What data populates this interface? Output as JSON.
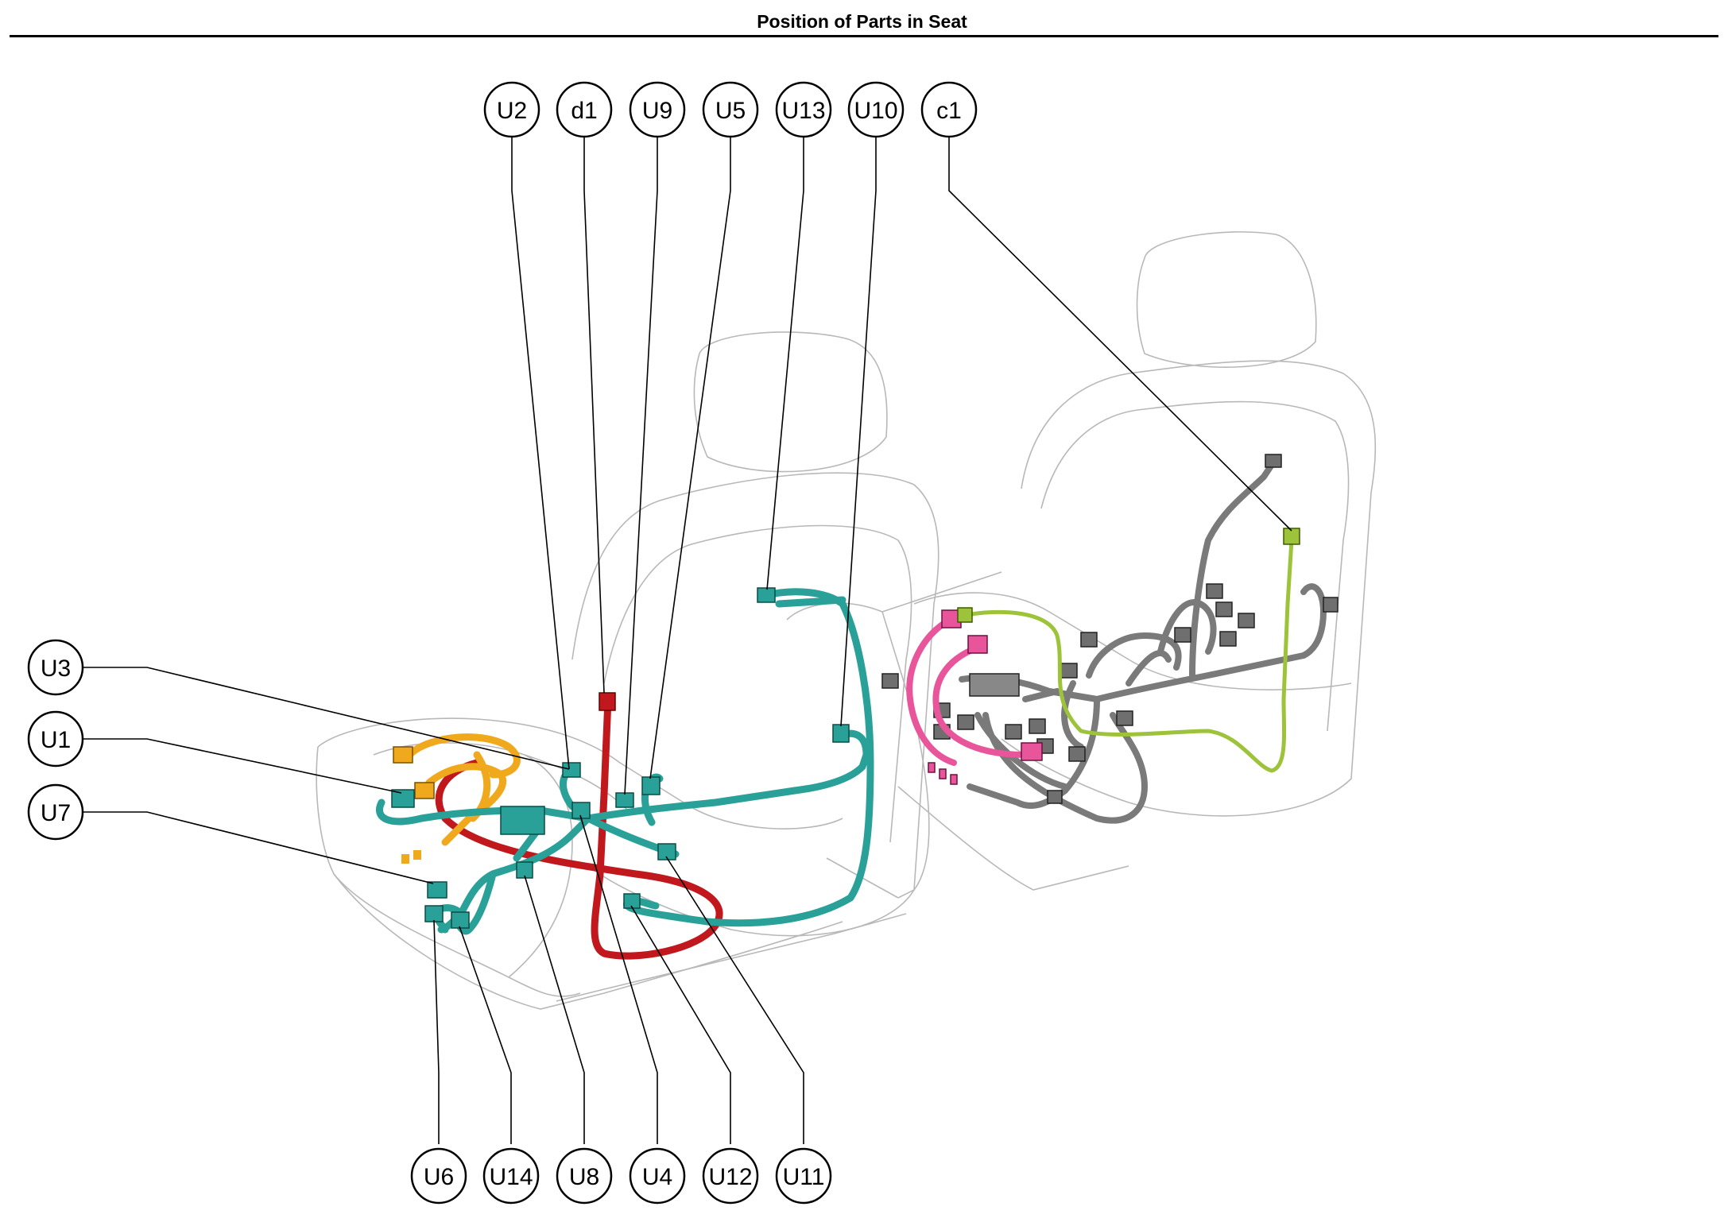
{
  "title": "Position of Parts in Seat",
  "colors": {
    "harness_teal": "#2aa198",
    "harness_red": "#c0181c",
    "harness_orange": "#f0a81c",
    "harness_gray": "#7a7a7a",
    "harness_pink": "#e8559a",
    "harness_green": "#9dc33a",
    "seat_outline": "#b8b8b8"
  },
  "callouts": [
    {
      "id": "u2",
      "label": "U2"
    },
    {
      "id": "d1",
      "label": "d1"
    },
    {
      "id": "u9",
      "label": "U9"
    },
    {
      "id": "u5",
      "label": "U5"
    },
    {
      "id": "u13",
      "label": "U13"
    },
    {
      "id": "u10",
      "label": "U10"
    },
    {
      "id": "c1",
      "label": "c1"
    },
    {
      "id": "u3",
      "label": "U3"
    },
    {
      "id": "u1",
      "label": "U1"
    },
    {
      "id": "u7",
      "label": "U7"
    },
    {
      "id": "u6",
      "label": "U6"
    },
    {
      "id": "u14",
      "label": "U14"
    },
    {
      "id": "u8",
      "label": "U8"
    },
    {
      "id": "u4",
      "label": "U4"
    },
    {
      "id": "u12",
      "label": "U12"
    },
    {
      "id": "u11",
      "label": "U11"
    }
  ]
}
